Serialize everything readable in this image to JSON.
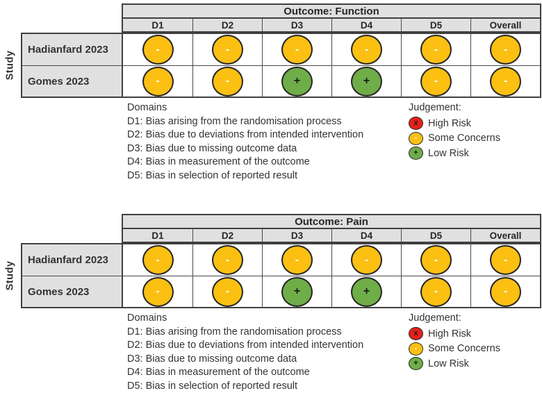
{
  "study_axis_label": "Study",
  "judgement_colors": {
    "high_risk": "#e32119",
    "some_concerns": "#fcc013",
    "low_risk": "#6fad49"
  },
  "chart_data": [
    {
      "type": "table",
      "title": "Outcome: Function",
      "row_axis_label": "Study",
      "columns": [
        "D1",
        "D2",
        "D3",
        "D4",
        "D5",
        "Overall"
      ],
      "rows": [
        {
          "study": "Hadianfard 2023",
          "judgements": [
            "Some Concerns",
            "Some Concerns",
            "Some Concerns",
            "Some Concerns",
            "Some Concerns",
            "Some Concerns"
          ]
        },
        {
          "study": "Gomes 2023",
          "judgements": [
            "Some Concerns",
            "Some Concerns",
            "Low Risk",
            "Low Risk",
            "Some Concerns",
            "Some Concerns"
          ]
        }
      ],
      "legend_position": "below-right"
    },
    {
      "type": "table",
      "title": "Outcome: Pain",
      "row_axis_label": "Study",
      "columns": [
        "D1",
        "D2",
        "D3",
        "D4",
        "D5",
        "Overall"
      ],
      "rows": [
        {
          "study": "Hadianfard 2023",
          "judgements": [
            "Some Concerns",
            "Some Concerns",
            "Some Concerns",
            "Some Concerns",
            "Some Concerns",
            "Some Concerns"
          ]
        },
        {
          "study": "Gomes 2023",
          "judgements": [
            "Some Concerns",
            "Some Concerns",
            "Low Risk",
            "Low Risk",
            "Some Concerns",
            "Some Concerns"
          ]
        }
      ],
      "legend_position": "below-right"
    }
  ],
  "tables": [
    {
      "outcome_title": "Outcome: Function",
      "column_headers": [
        "D1",
        "D2",
        "D3",
        "D4",
        "D5",
        "Overall"
      ],
      "rows": [
        {
          "study": "Hadianfard 2023",
          "cells": [
            {
              "judgement": "some-concerns",
              "symbol": "-"
            },
            {
              "judgement": "some-concerns",
              "symbol": "-"
            },
            {
              "judgement": "some-concerns",
              "symbol": "-"
            },
            {
              "judgement": "some-concerns",
              "symbol": "-"
            },
            {
              "judgement": "some-concerns",
              "symbol": "-"
            },
            {
              "judgement": "some-concerns",
              "symbol": "-"
            }
          ]
        },
        {
          "study": "Gomes 2023",
          "cells": [
            {
              "judgement": "some-concerns",
              "symbol": "-"
            },
            {
              "judgement": "some-concerns",
              "symbol": "-"
            },
            {
              "judgement": "low-risk",
              "symbol": "+"
            },
            {
              "judgement": "low-risk",
              "symbol": "+"
            },
            {
              "judgement": "some-concerns",
              "symbol": "-"
            },
            {
              "judgement": "some-concerns",
              "symbol": "-"
            }
          ]
        }
      ],
      "domains": {
        "title": "Domains",
        "items": [
          "D1: Bias arising from the randomisation process",
          "D2: Bias due to deviations from intended intervention",
          "D3: Bias due to missing outcome data",
          "D4: Bias in measurement of the outcome",
          "D5: Bias in selection of reported result"
        ]
      },
      "legend": {
        "title": "Judgement:",
        "items": [
          {
            "judgement": "high-risk",
            "symbol": "x",
            "label": "High Risk"
          },
          {
            "judgement": "some-concerns",
            "symbol": "-",
            "label": "Some Concerns"
          },
          {
            "judgement": "low-risk",
            "symbol": "+",
            "label": "Low Risk"
          }
        ]
      }
    },
    {
      "outcome_title": "Outcome: Pain",
      "column_headers": [
        "D1",
        "D2",
        "D3",
        "D4",
        "D5",
        "Overall"
      ],
      "rows": [
        {
          "study": "Hadianfard 2023",
          "cells": [
            {
              "judgement": "some-concerns",
              "symbol": "-"
            },
            {
              "judgement": "some-concerns",
              "symbol": "-"
            },
            {
              "judgement": "some-concerns",
              "symbol": "-"
            },
            {
              "judgement": "some-concerns",
              "symbol": "-"
            },
            {
              "judgement": "some-concerns",
              "symbol": "-"
            },
            {
              "judgement": "some-concerns",
              "symbol": "-"
            }
          ]
        },
        {
          "study": "Gomes 2023",
          "cells": [
            {
              "judgement": "some-concerns",
              "symbol": "-"
            },
            {
              "judgement": "some-concerns",
              "symbol": "-"
            },
            {
              "judgement": "low-risk",
              "symbol": "+"
            },
            {
              "judgement": "low-risk",
              "symbol": "+"
            },
            {
              "judgement": "some-concerns",
              "symbol": "-"
            },
            {
              "judgement": "some-concerns",
              "symbol": "-"
            }
          ]
        }
      ],
      "domains": {
        "title": "Domains",
        "items": [
          "D1: Bias arising from the randomisation process",
          "D2: Bias due to deviations from intended intervention",
          "D3: Bias due to missing outcome data",
          "D4: Bias in measurement of the outcome",
          "D5: Bias in selection of reported result"
        ]
      },
      "legend": {
        "title": "Judgement:",
        "items": [
          {
            "judgement": "high-risk",
            "symbol": "x",
            "label": "High Risk"
          },
          {
            "judgement": "some-concerns",
            "symbol": "-",
            "label": "Some Concerns"
          },
          {
            "judgement": "low-risk",
            "symbol": "+",
            "label": "Low Risk"
          }
        ]
      }
    }
  ]
}
